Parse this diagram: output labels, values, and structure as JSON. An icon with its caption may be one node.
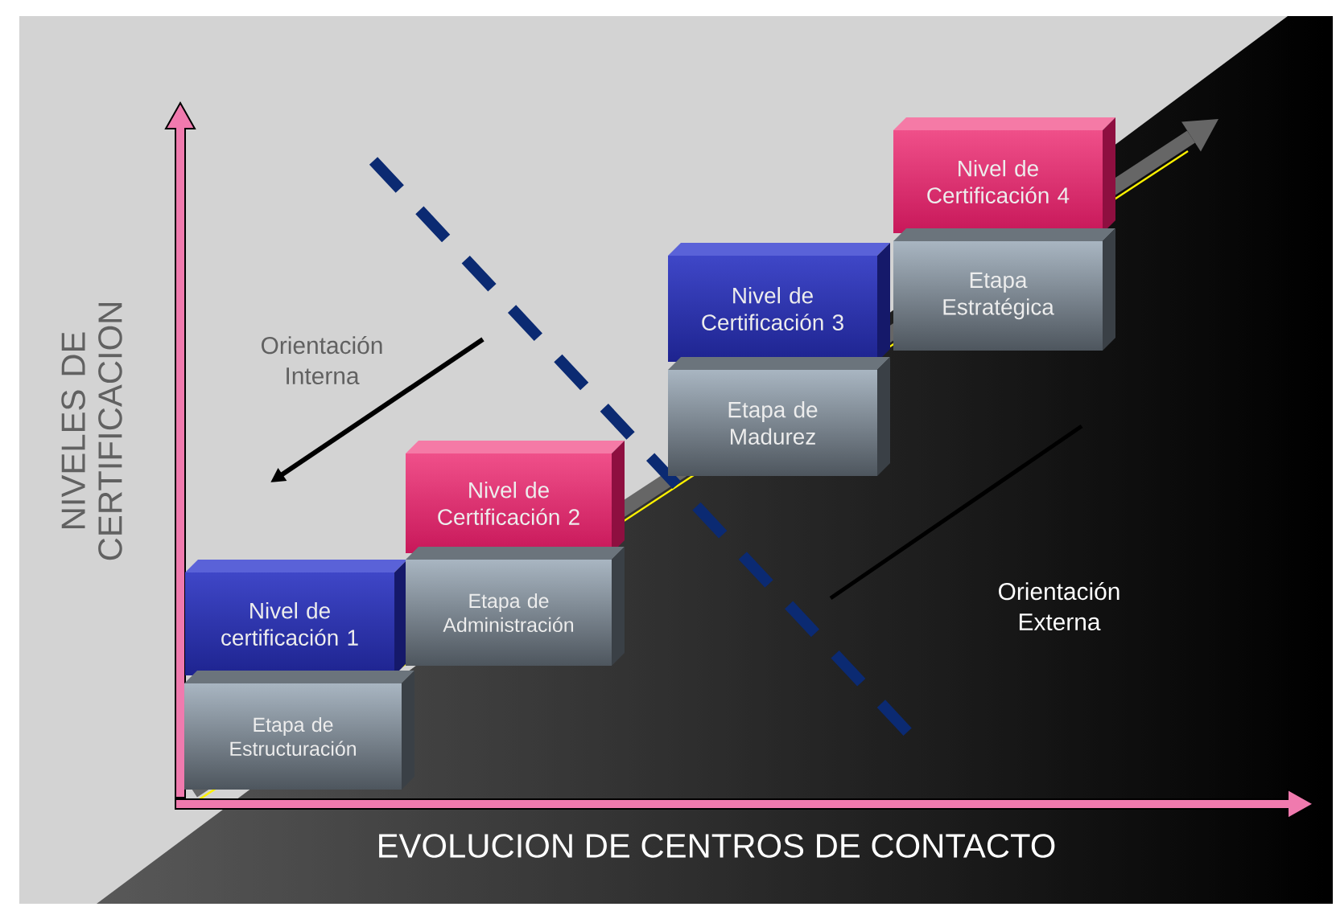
{
  "diagram": {
    "nodes": [
      {
        "text": [
          "Nivel de certificación 1"
        ]
      },
      {
        "text": [
          "Etapa de Estructuración"
        ]
      },
      {
        "text": [
          "Nivel de Certificación 2"
        ]
      },
      {
        "text": [
          "Etapa de Administración"
        ]
      },
      {
        "text": [
          "Nivel de Certificación 3"
        ]
      },
      {
        "text": [
          "Etapa de Madurez"
        ]
      },
      {
        "text": [
          "Nivel de Certificación 4"
        ]
      },
      {
        "text": [
          "Etapa Estratégica"
        ]
      }
    ],
    "labels": [
      "NIVELES DE CERTIFICACION",
      "EVOLUCION DE CENTROS DE CONTACTO",
      "Orientación Interna",
      "Orientación Externa"
    ]
  }
}
